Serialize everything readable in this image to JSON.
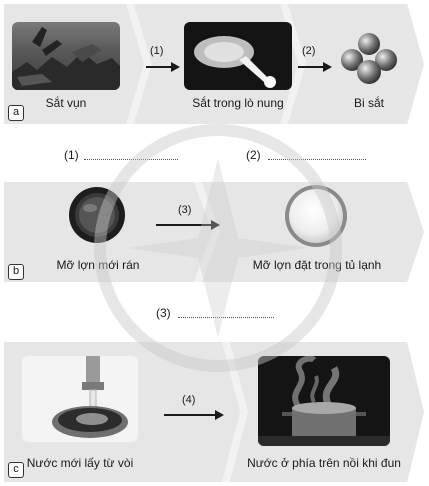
{
  "panel_a": {
    "badge": "a",
    "captions": [
      "Sắt vụn",
      "Sắt trong lò nung",
      "Bi sắt"
    ],
    "arrows": [
      "(1)",
      "(2)"
    ]
  },
  "blanks_row1": [
    "(1)",
    "(2)"
  ],
  "panel_b": {
    "badge": "b",
    "captions": [
      "Mỡ lợn mới rán",
      "Mỡ lợn đặt trong tủ lạnh"
    ],
    "arrow": "(3)"
  },
  "blanks_row2": [
    "(3)"
  ],
  "panel_c": {
    "badge": "c",
    "captions": [
      "Nước mới lấy từ vòi",
      "Nước ở phía trên nồi khi đun"
    ],
    "arrow": "(4)"
  }
}
